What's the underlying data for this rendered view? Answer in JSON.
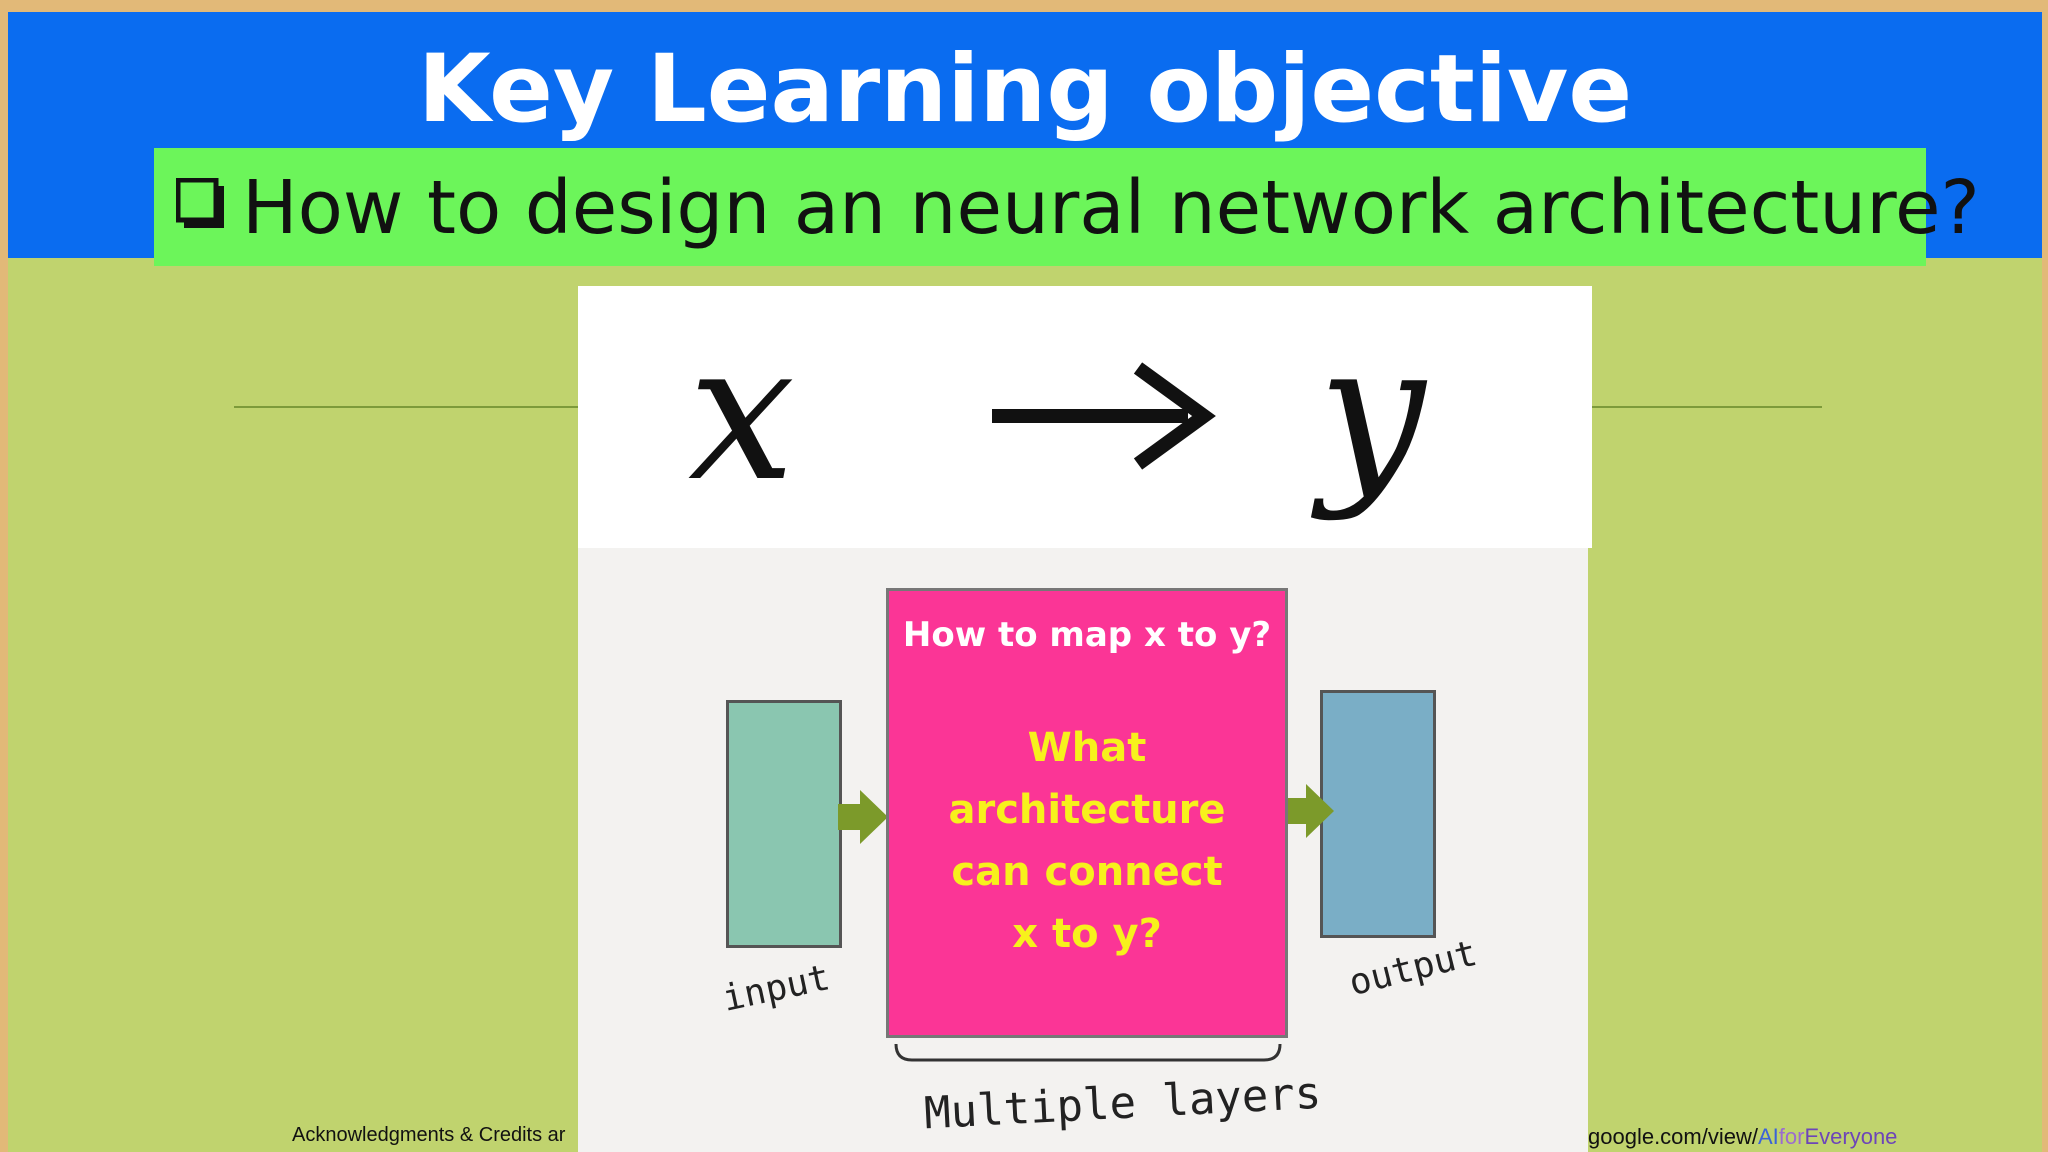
{
  "slide": {
    "title": "Key Learning objective",
    "objective_bullet_icon": "checkbox-bullet-icon",
    "objective_text": "How to design an neural network architecture?"
  },
  "formula": {
    "x": "x",
    "y": "y",
    "arrow_icon": "right-arrow-icon"
  },
  "diagram": {
    "question": "How to map x to y?",
    "main_text": "What\narchitecture\ncan connect\nx to y?",
    "input_label": "input",
    "output_label": "output",
    "layers_label": "Multiple layers",
    "colors": {
      "input": "#8ac6b0",
      "output": "#7aaec6",
      "box": "#fb3596",
      "main_text": "#f7f11c",
      "arrow": "#7c9a2a"
    }
  },
  "footer": {
    "left_text": "Acknowledgments & Credits ar",
    "right_prefix": "google.com/view/",
    "right_ai": "AI",
    "right_for": "for",
    "right_everyone": "Everyone"
  },
  "colors": {
    "header_bg": "#0a6cf0",
    "objective_bg": "#6cf55a",
    "slide_bg": "#c0d36e"
  }
}
